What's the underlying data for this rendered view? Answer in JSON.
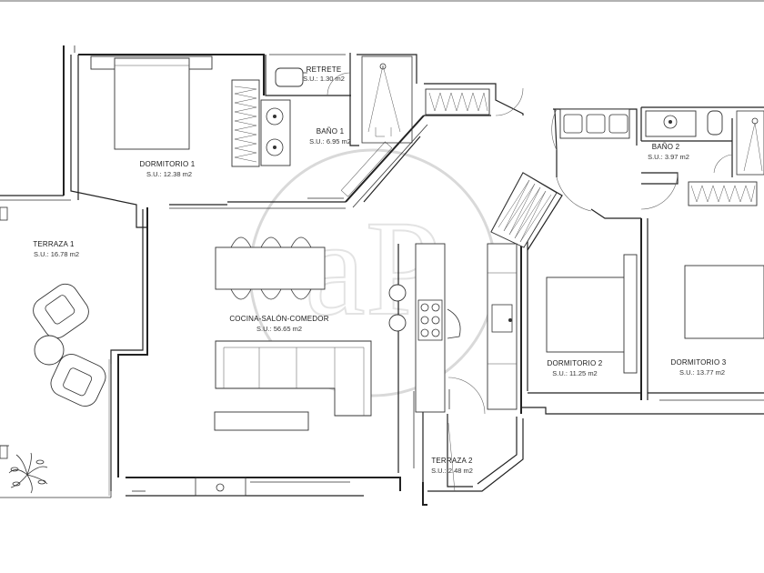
{
  "plan": {
    "rooms": [
      {
        "name": "DORMITORIO 1",
        "area": "S.U.: 12.38 m2"
      },
      {
        "name": "RETRETE",
        "area": "S.U.: 1.30 m2"
      },
      {
        "name": "BAÑO 1",
        "area": "S.U.: 6.95 m2"
      },
      {
        "name": "BAÑO 2",
        "area": "S.U.: 3.97 m2"
      },
      {
        "name": "TERRAZA 1",
        "area": "S.U.: 16.78 m2"
      },
      {
        "name": "COCINA-SALÓN-COMEDOR",
        "area": "S.U.: 56.65 m2"
      },
      {
        "name": "DORMITORIO 2",
        "area": "S.U.: 11.25 m2"
      },
      {
        "name": "DORMITORIO 3",
        "area": "S.U.: 13.77 m2"
      },
      {
        "name": "TERRAZA 2",
        "area": "S.U.: 2.48 m2"
      }
    ],
    "watermark": "aP"
  }
}
